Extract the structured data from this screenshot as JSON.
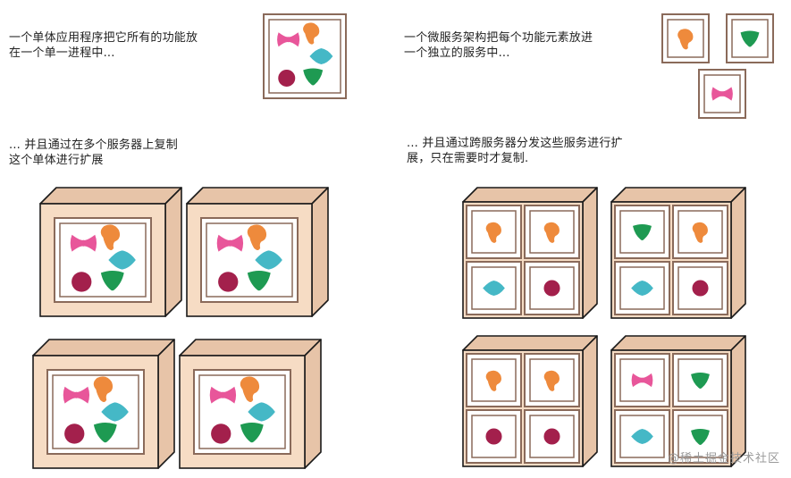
{
  "captions": {
    "monolith_intro": "一个单体应用程序把它所有的功能放\n在一个单一进程中...",
    "micro_intro": "一个微服务架构把每个功能元素放进\n一个独立的服务中...",
    "monolith_scale": "... 并且通过在多个服务器上复制\n这个单体进行扩展",
    "micro_scale": "... 并且通过跨服务器分发这些服务进行扩\n展，只在需要时才复制."
  },
  "watermark": "@稀土掘金技术社区",
  "colors": {
    "frame": "#8a6a5a",
    "server_face": "#f6dcc4",
    "server_side": "#e7c4a8",
    "outline": "#1a1a1a",
    "pink": "#e8569a",
    "orange": "#ee8a3c",
    "teal": "#45b8c6",
    "maroon": "#a3204c",
    "green": "#1e9a52"
  },
  "icons": {
    "pink": "pink-bowtie-icon",
    "orange": "orange-bean-icon",
    "teal": "teal-diamond-icon",
    "maroon": "maroon-circle-icon",
    "green": "green-triangle-icon"
  },
  "monolith_module_set": [
    "pink",
    "orange",
    "teal",
    "maroon",
    "green"
  ],
  "microservices": [
    "orange",
    "green",
    "pink"
  ],
  "micro_servers": [
    [
      "orange",
      "orange",
      "teal",
      "maroon"
    ],
    [
      "green",
      "orange",
      "teal",
      "maroon"
    ],
    [
      "orange",
      "orange",
      "maroon",
      "maroon"
    ],
    [
      "pink",
      "green",
      "teal",
      "green"
    ]
  ]
}
